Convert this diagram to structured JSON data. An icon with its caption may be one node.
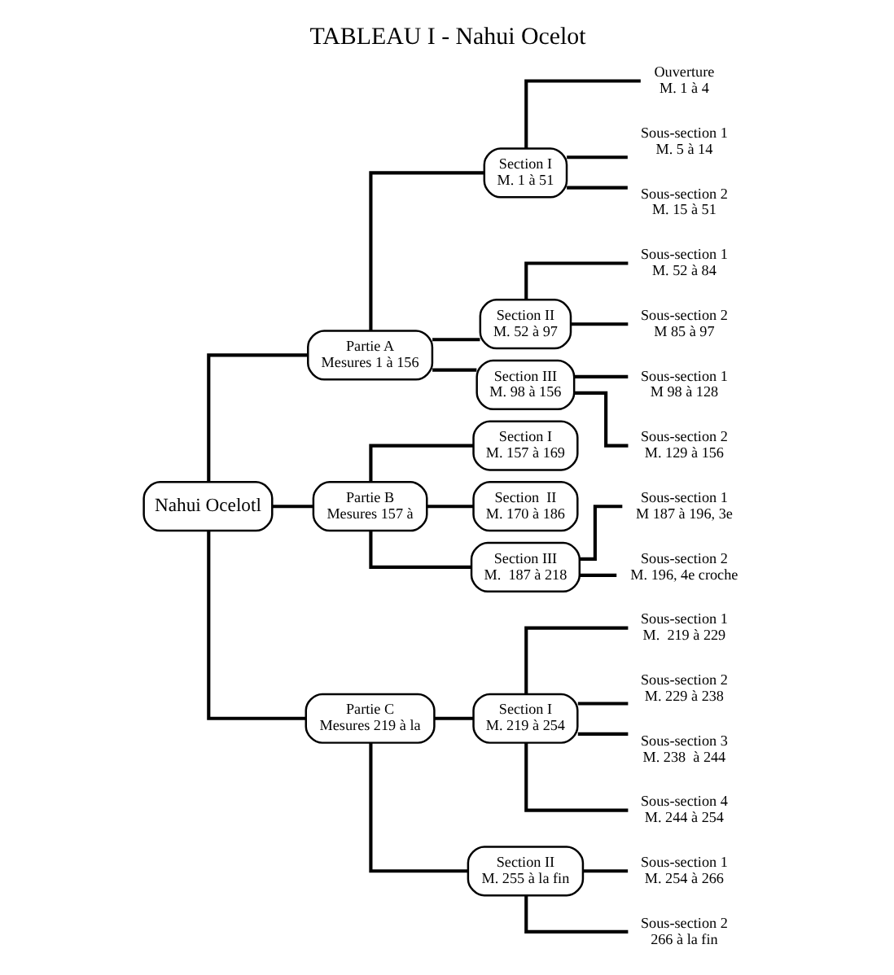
{
  "diagram": {
    "title": "TABLEAU I - Nahui Ocelot",
    "nodes": [
      {
        "text": [
          "Nahui Ocelotl"
        ]
      },
      {
        "text": [
          "Partie A",
          "Mesures 1 à 156"
        ]
      },
      {
        "text": [
          "Section I",
          "M. 1 à 51"
        ]
      },
      {
        "text": [
          "Ouverture",
          "M. 1 à 4"
        ]
      },
      {
        "text": [
          "Sous-section 1",
          "M. 5 à 14"
        ]
      },
      {
        "text": [
          "Sous-section 2",
          "M. 15 à 51"
        ]
      },
      {
        "text": [
          "Section II",
          "M. 52 à 97"
        ]
      },
      {
        "text": [
          "Sous-section 1",
          "M. 52 à 84"
        ]
      },
      {
        "text": [
          "Sous-section 2",
          "M 85 à 97"
        ]
      },
      {
        "text": [
          "Section III",
          "M. 98 à 156"
        ]
      },
      {
        "text": [
          "Sous-section 1",
          "M 98 à 128"
        ]
      },
      {
        "text": [
          "Sous-section 2",
          "M. 129 à 156"
        ]
      },
      {
        "text": [
          "Partie B",
          "Mesures 157 à"
        ]
      },
      {
        "text": [
          "Section I",
          "M. 157 à 169"
        ]
      },
      {
        "text": [
          "Section  II",
          "M. 170 à 186"
        ]
      },
      {
        "text": [
          "Section III",
          "M.  187 à 218"
        ]
      },
      {
        "text": [
          "Sous-section 1",
          "M 187 à 196, 3e"
        ]
      },
      {
        "text": [
          "Sous-section 2",
          "M. 196, 4e croche"
        ]
      },
      {
        "text": [
          "Partie C",
          "Mesures 219 à la"
        ]
      },
      {
        "text": [
          "Section I",
          "M. 219 à 254"
        ]
      },
      {
        "text": [
          "Sous-section 1",
          "M.  219 à 229"
        ]
      },
      {
        "text": [
          "Sous-section 2",
          "M. 229 à 238"
        ]
      },
      {
        "text": [
          "Sous-section 3",
          "M. 238  à 244"
        ]
      },
      {
        "text": [
          "Sous-section 4",
          "M. 244 à 254"
        ]
      },
      {
        "text": [
          "Section II",
          "M. 255 à la fin"
        ]
      },
      {
        "text": [
          "Sous-section 1",
          "M. 254 à 266"
        ]
      },
      {
        "text": [
          "Sous-section 2",
          "266 à la fin"
        ]
      }
    ],
    "edges": [
      {
        "from": 0,
        "to": 1,
        "arrow": "none"
      },
      {
        "from": 1,
        "to": 2,
        "arrow": "none"
      },
      {
        "from": 2,
        "to": 3,
        "arrow": "none"
      },
      {
        "from": 2,
        "to": 4,
        "arrow": "none"
      },
      {
        "from": 2,
        "to": 5,
        "arrow": "none"
      },
      {
        "from": 1,
        "to": 6,
        "arrow": "none"
      },
      {
        "from": 6,
        "to": 7,
        "arrow": "none"
      },
      {
        "from": 6,
        "to": 8,
        "arrow": "none"
      },
      {
        "from": 1,
        "to": 9,
        "arrow": "none"
      },
      {
        "from": 9,
        "to": 10,
        "arrow": "none"
      },
      {
        "from": 9,
        "to": 11,
        "arrow": "none"
      },
      {
        "from": 0,
        "to": 12,
        "arrow": "none"
      },
      {
        "from": 12,
        "to": 13,
        "arrow": "none"
      },
      {
        "from": 12,
        "to": 14,
        "arrow": "none"
      },
      {
        "from": 12,
        "to": 15,
        "arrow": "none"
      },
      {
        "from": 15,
        "to": 16,
        "arrow": "none"
      },
      {
        "from": 15,
        "to": 17,
        "arrow": "none"
      },
      {
        "from": 0,
        "to": 18,
        "arrow": "none"
      },
      {
        "from": 18,
        "to": 19,
        "arrow": "none"
      },
      {
        "from": 19,
        "to": 20,
        "arrow": "none"
      },
      {
        "from": 19,
        "to": 21,
        "arrow": "none"
      },
      {
        "from": 19,
        "to": 22,
        "arrow": "none"
      },
      {
        "from": 19,
        "to": 23,
        "arrow": "none"
      },
      {
        "from": 18,
        "to": 24,
        "arrow": "none"
      },
      {
        "from": 24,
        "to": 25,
        "arrow": "none"
      },
      {
        "from": 24,
        "to": 26,
        "arrow": "none"
      }
    ]
  }
}
